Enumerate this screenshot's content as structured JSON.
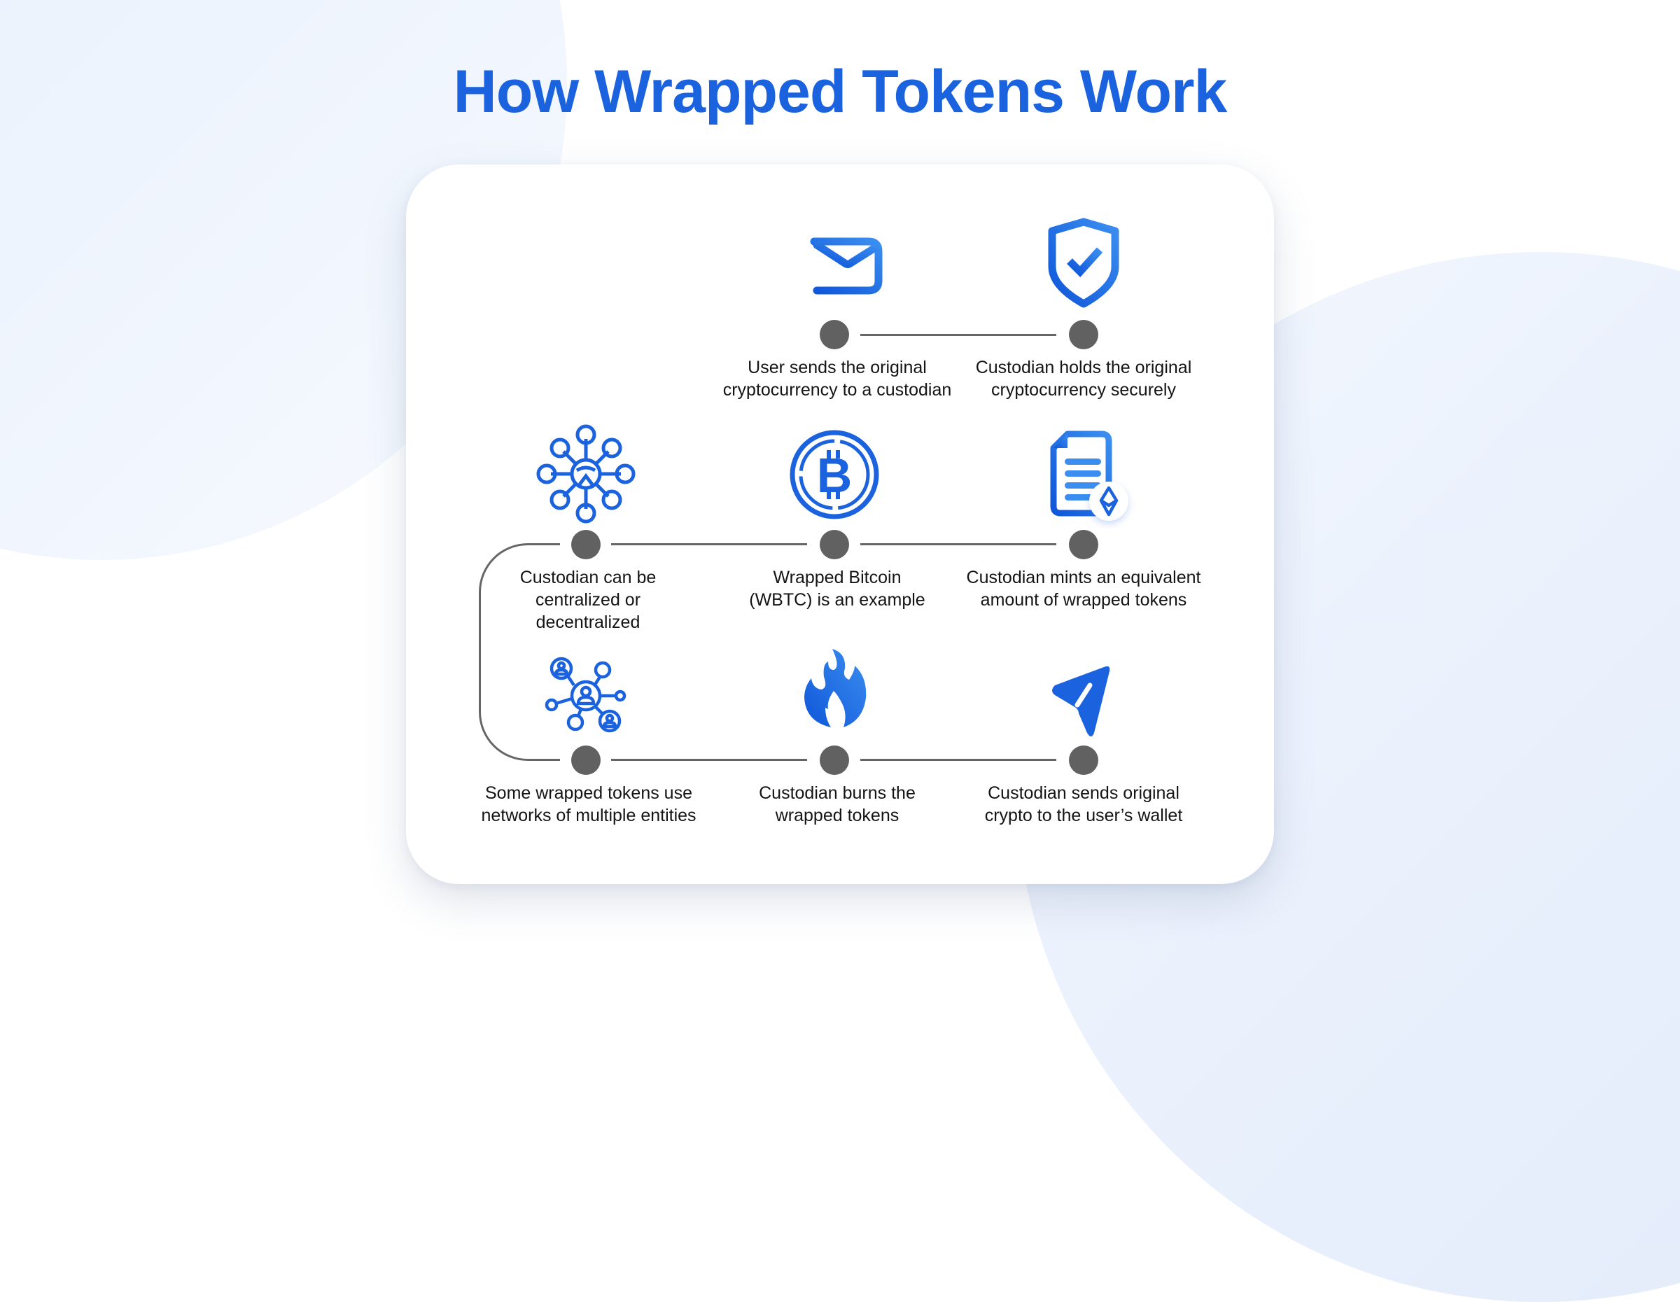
{
  "title": "How Wrapped Tokens Work",
  "colors": {
    "title": "#1a62de",
    "icon_primary": "#1a62de",
    "icon_light": "#3b8ef0",
    "dot": "#616161",
    "connector": "#666666",
    "text": "#141414",
    "card": "#ffffff"
  },
  "steps": [
    {
      "icon": "email-send-icon",
      "line1": "User sends the  original",
      "line2": "cryptocurrency to a custodian"
    },
    {
      "icon": "shield-check-icon",
      "line1": "Custodian holds the original",
      "line2": "cryptocurrency securely"
    },
    {
      "icon": "document-ethereum-icon",
      "line1": "Custodian mints an equivalent",
      "line2": "amount of wrapped tokens"
    },
    {
      "icon": "bitcoin-coin-icon",
      "line1": "Wrapped Bitcoin",
      "line2": "(WBTC) is an example"
    },
    {
      "icon": "hub-network-icon",
      "line1": "Custodian can be",
      "line2": "centralized or",
      "line3": "decentralized"
    },
    {
      "icon": "user-network-icon",
      "line1": "Some wrapped tokens use",
      "line2": "networks of multiple entities"
    },
    {
      "icon": "fire-icon",
      "line1": "Custodian burns the",
      "line2": "wrapped tokens"
    },
    {
      "icon": "paper-plane-icon",
      "line1": "Custodian sends original",
      "line2": "crypto to the user’s wallet"
    }
  ]
}
